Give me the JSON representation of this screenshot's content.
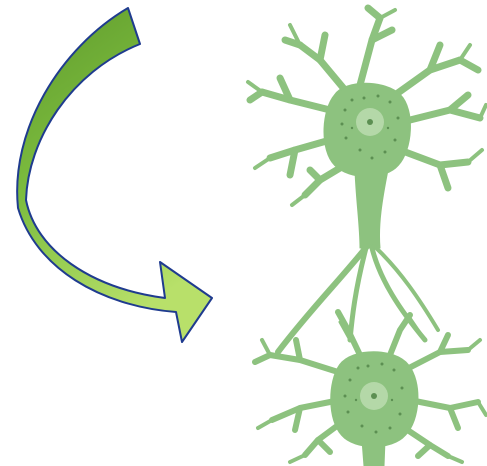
{
  "diagram": {
    "arrow": {
      "icon": "curved-arrow-icon",
      "direction": "down-right",
      "gradient_dark": "#5f9a2c",
      "gradient_light": "#b8e06a",
      "outline": "#1f3b8f"
    },
    "neurons": [
      {
        "name": "upper-neuron",
        "icon": "neuron-icon",
        "color": "#8dc27f",
        "nucleus": "#b4d8a8",
        "dots": "#5c8f52"
      },
      {
        "name": "lower-neuron",
        "icon": "neuron-icon",
        "color": "#8dc27f",
        "nucleus": "#b4d8a8",
        "dots": "#5c8f52"
      }
    ]
  }
}
